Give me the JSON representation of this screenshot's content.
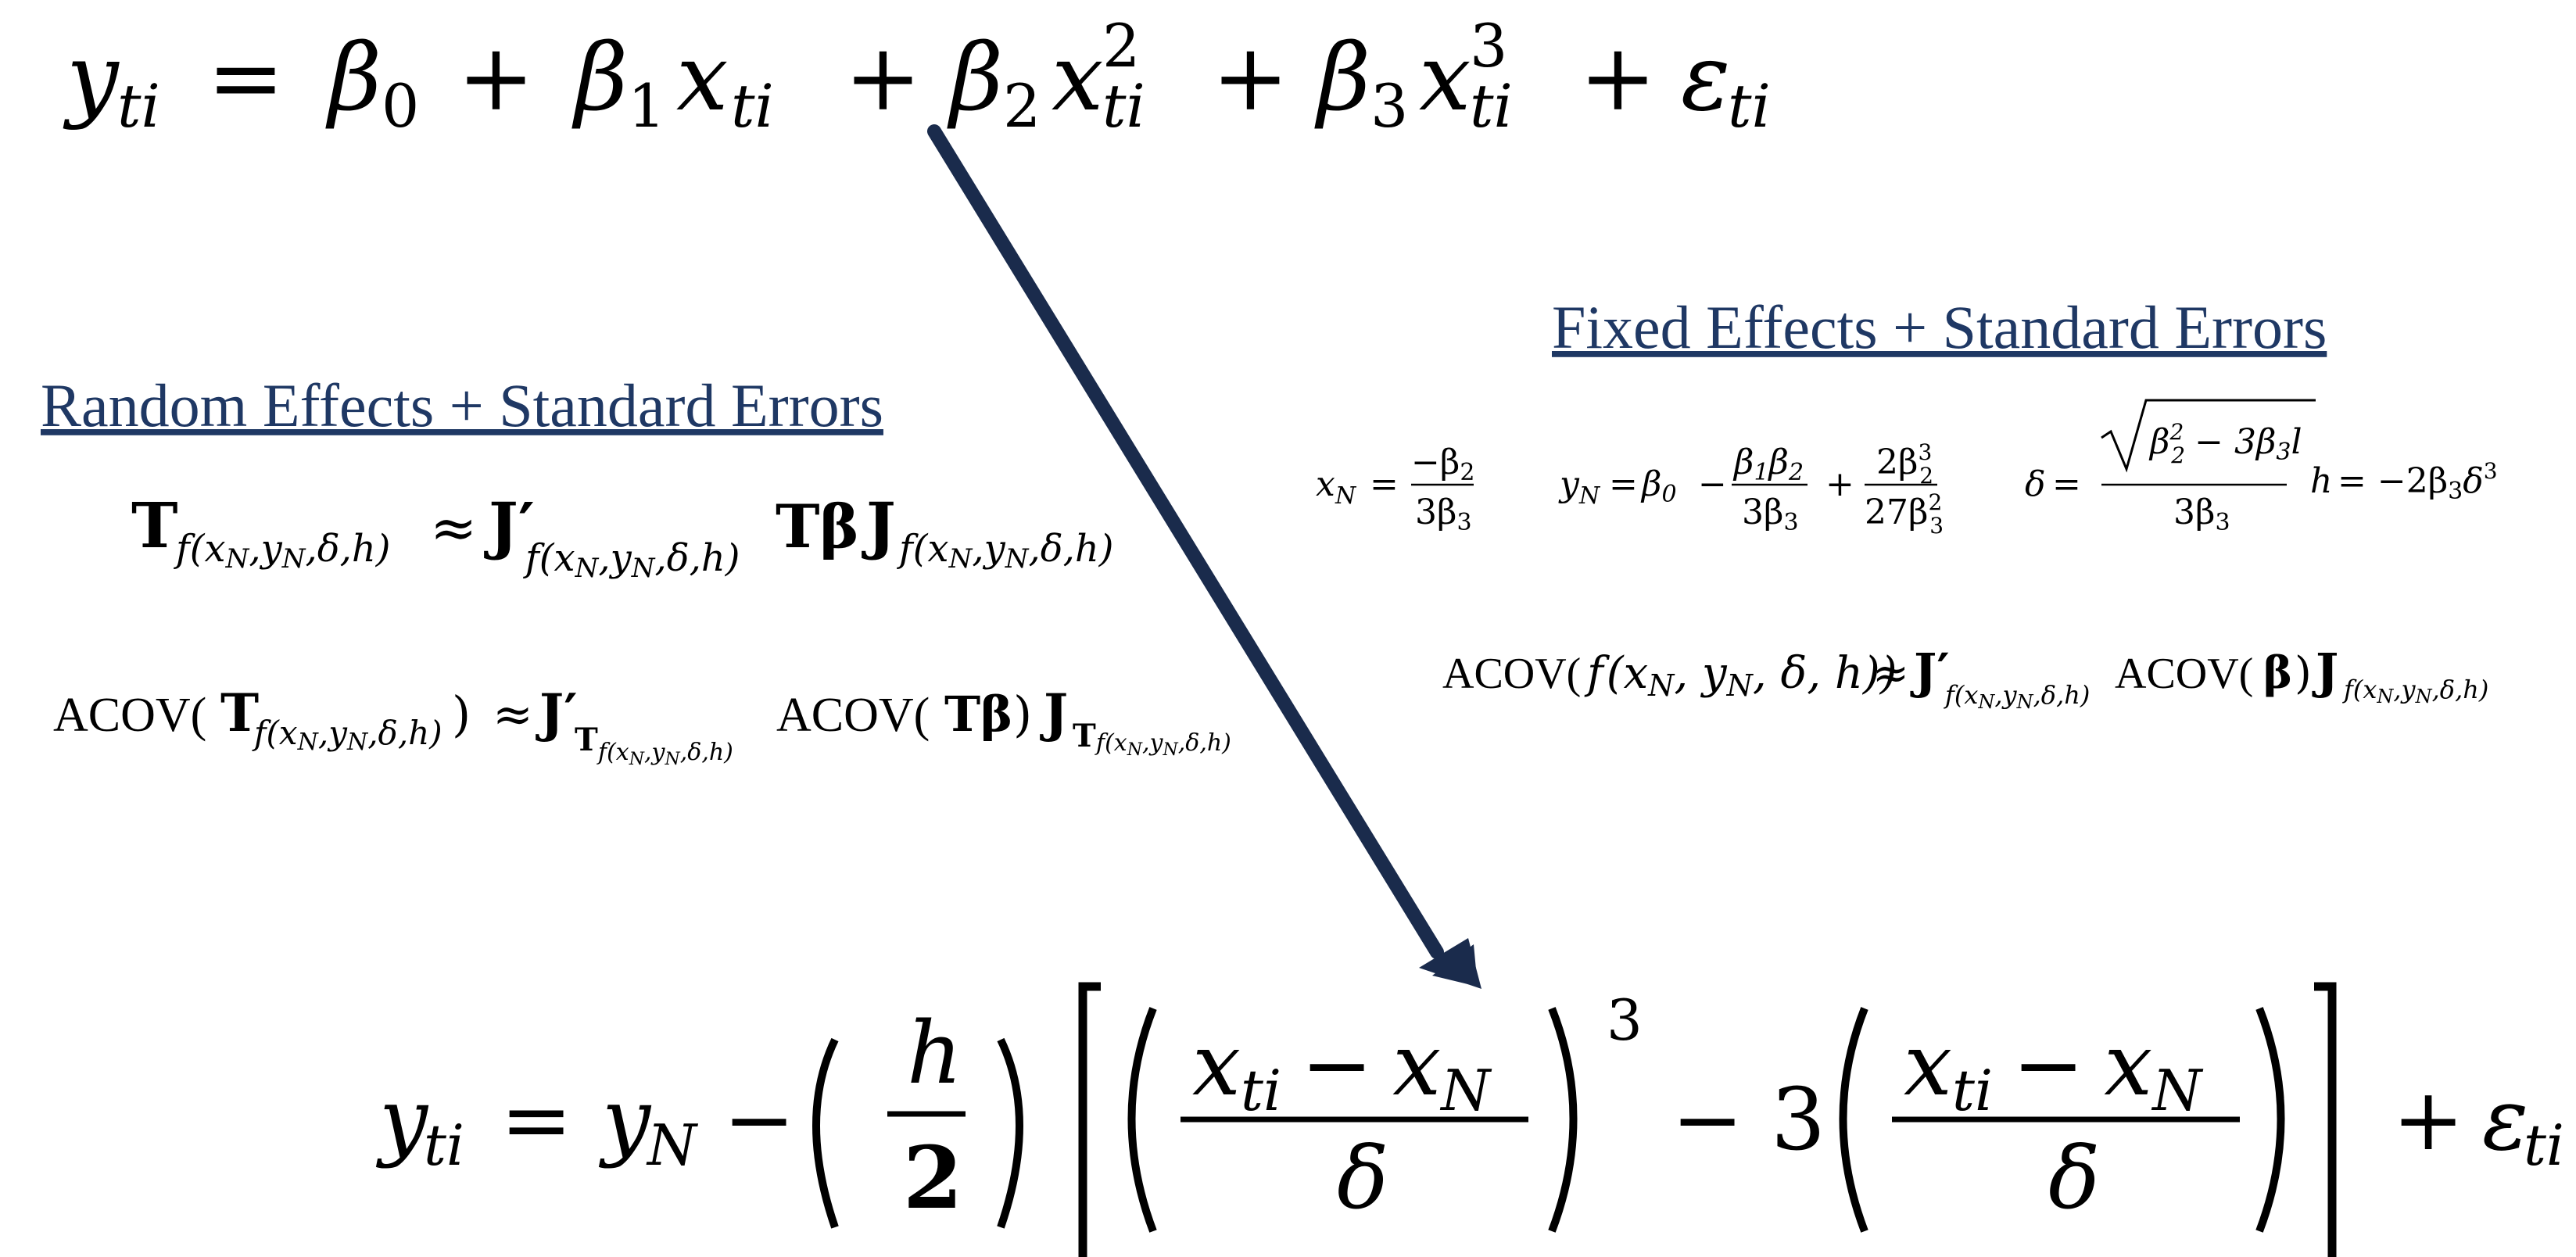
{
  "colors": {
    "heading": "#1f3864",
    "arrow": "#1a2b4c",
    "text": "#000000"
  },
  "headings": {
    "random_effects": "Random Effects + Standard Errors",
    "fixed_effects": "Fixed Effects + Standard Errors"
  },
  "equations": {
    "top_model": {
      "lhs": "y",
      "lhs_sub": "ti",
      "eq": "=",
      "b0": "β",
      "b0_sub": "0",
      "plus1": "+",
      "b1": "β",
      "b1_sub": "1",
      "x1": "x",
      "x1_sub": "ti",
      "plus2": "+",
      "b2": "β",
      "b2_sub": "2",
      "x2": "x",
      "x2_sub": "ti",
      "x2_sup": "2",
      "plus3": "+",
      "b3": "β",
      "b3_sub": "3",
      "x3": "x",
      "x3_sub": "ti",
      "x3_sup": "3",
      "plus4": "+",
      "eps": "ε",
      "eps_sub": "ti"
    },
    "re_transform": {
      "T": "T",
      "sub1": "f(x",
      "sub1_N": "N",
      "sub1_b": ",y",
      "sub1_N2": "N",
      "sub1_c": ",δ,h)",
      "approx": "≈",
      "J": "J′",
      "T_beta": "Tβ",
      "J2": "J"
    },
    "re_acov": {
      "acov": "ACOV(",
      "T": "T",
      "close": ")",
      "approx": "≈",
      "J": "J′",
      "J_sub": "T",
      "acov2": "ACOV(",
      "Tb": "Tβ",
      "close2": ")",
      "J2": "J",
      "J2_sub": "T",
      "fsub": "f(x",
      "N": "N",
      "comma_y": ",y",
      "tail": ",δ,h)"
    },
    "fe_xN": {
      "lhs": "x",
      "lhs_sub": "N",
      "eq": "=",
      "num": "−β",
      "num_sub": "2",
      "den": "3β",
      "den_sub": "3"
    },
    "fe_yN": {
      "lhs": "y",
      "lhs_sub": "N",
      "eq": "=",
      "b0": "β",
      "b0_sub": "0",
      "minus": "−",
      "num1": "β",
      "num1_s1": "1",
      "num1_b": "β",
      "num1_s2": "2",
      "den1": "3β",
      "den1_sub": "3",
      "plus": "+",
      "num2": "2β",
      "num2_sub": "2",
      "num2_sup": "3",
      "den2": "27β",
      "den2_sub": "3",
      "den2_sup": "2"
    },
    "fe_delta": {
      "lhs": "δ",
      "eq": "=",
      "rad_b": "β",
      "rad_sub": "2",
      "rad_sup": "2",
      "rad_rest": "− 3β",
      "rad_sub2": "3",
      "rad_l": "l",
      "den": "3β",
      "den_sub": "3"
    },
    "fe_h": {
      "lhs": "h",
      "eq": "= −2β",
      "sub": "3",
      "d": "δ",
      "sup": "3"
    },
    "fe_acov": {
      "acov": "ACOV(",
      "f": "f",
      "args1": "(x",
      "N": "N",
      "args2": ", y",
      "N2": "N",
      "args3": ", δ, h))",
      "approx": "≈",
      "J": "J′",
      "acov2": "ACOV(",
      "beta": "β",
      "close": ")",
      "J2": "J",
      "sub": "f(x",
      "subN": "N",
      "suby": ",y",
      "subtail": ",δ,h)"
    },
    "bottom_model": {
      "lhs": "y",
      "lhs_sub": "ti",
      "eq": "=",
      "yN": "y",
      "yN_sub": "N",
      "minus": "−",
      "h": "h",
      "two": "2",
      "num": "x",
      "num_sub": "ti",
      "num_minus": "−",
      "num_x": "x",
      "num_x_sub": "N",
      "den": "δ",
      "cube": "3",
      "minus3": "− 3",
      "plus": "+",
      "eps": "ε",
      "eps_sub": "ti"
    }
  }
}
